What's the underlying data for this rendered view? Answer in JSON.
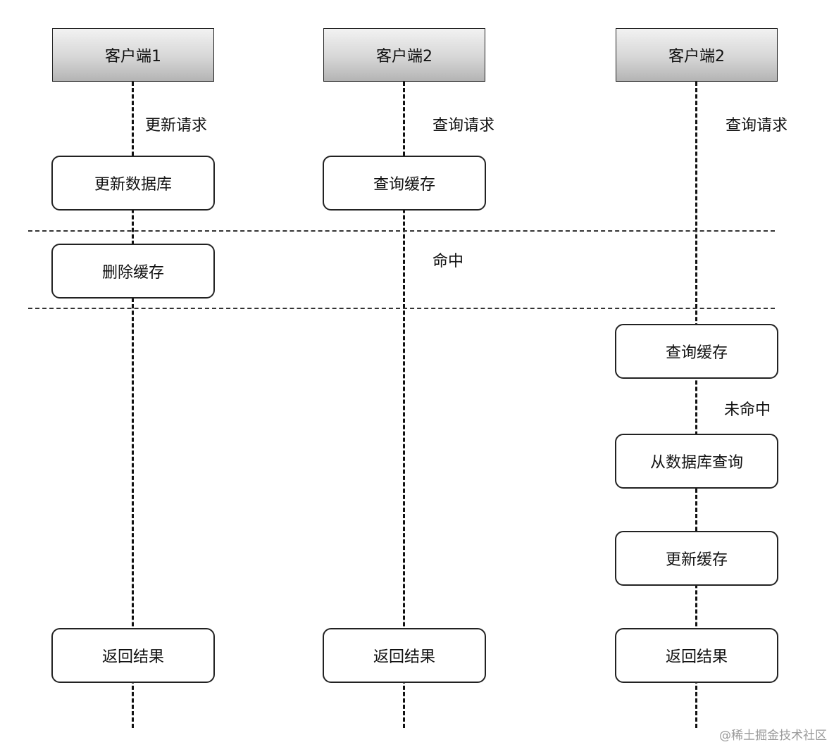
{
  "lanes": [
    {
      "header": "客户端1",
      "request": "更新请求",
      "steps": [
        "更新数据库",
        "删除缓存",
        "返回结果"
      ]
    },
    {
      "header": "客户端2",
      "request": "查询请求",
      "note": "命中",
      "steps": [
        "查询缓存",
        "返回结果"
      ]
    },
    {
      "header": "客户端2",
      "request": "查询请求",
      "note": "未命中",
      "steps": [
        "查询缓存",
        "从数据库查询",
        "更新缓存",
        "返回结果"
      ]
    }
  ],
  "watermark": "@稀土掘金技术社区"
}
